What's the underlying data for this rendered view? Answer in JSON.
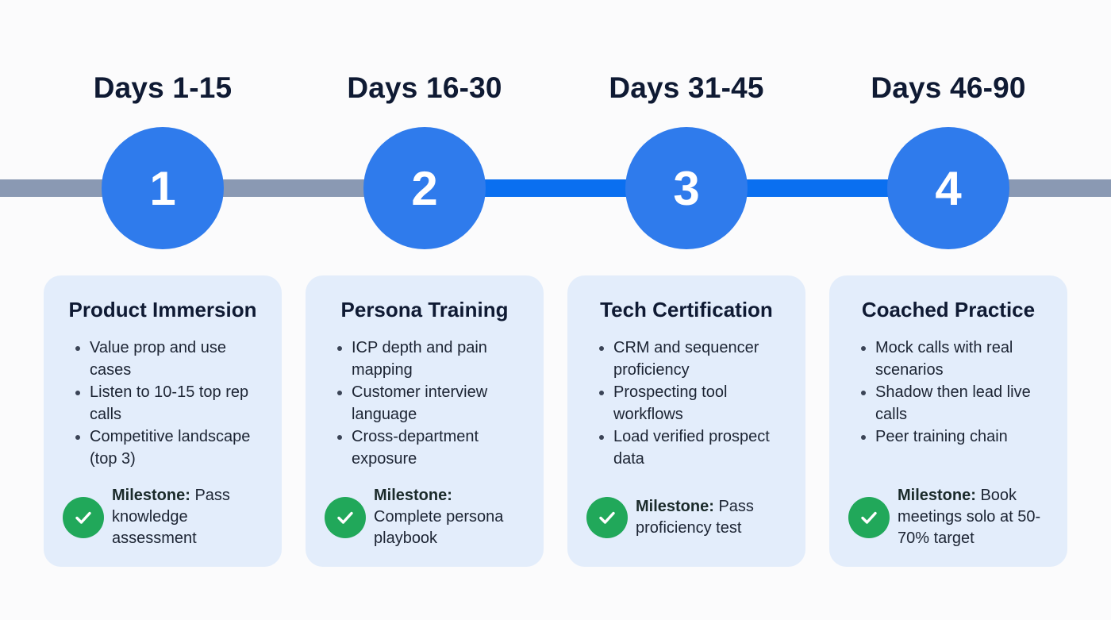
{
  "colors": {
    "background": "#fbfbfc",
    "track_inactive": "#8a99b3",
    "track_active": "#0a6ff0",
    "circle": "#2f7bec",
    "card": "#e3edfb",
    "check": "#21a85a",
    "heading": "#0f1a33"
  },
  "phases": [
    {
      "days": "Days 1-15",
      "number": "1",
      "title": "Product Immersion",
      "bullets": [
        "Value prop and use cases",
        "Listen to 10-15 top rep calls",
        "Competitive landscape (top 3)"
      ],
      "milestone_label": "Milestone:",
      "milestone_text": "Pass knowledge assessment",
      "icon": "check-circle-icon"
    },
    {
      "days": "Days 16-30",
      "number": "2",
      "title": "Persona Training",
      "bullets": [
        "ICP depth and pain mapping",
        "Customer interview language",
        "Cross-department exposure"
      ],
      "milestone_label": "Milestone:",
      "milestone_text": "Complete persona playbook",
      "icon": "check-circle-icon"
    },
    {
      "days": "Days 31-45",
      "number": "3",
      "title": "Tech Certification",
      "bullets": [
        "CRM and sequencer proficiency",
        "Prospecting tool workflows",
        "Load verified prospect data"
      ],
      "milestone_label": "Milestone:",
      "milestone_text": "Pass proficiency test",
      "icon": "check-circle-icon"
    },
    {
      "days": "Days 46-90",
      "number": "4",
      "title": "Coached Practice",
      "bullets": [
        "Mock calls with real scenarios",
        "Shadow then lead live calls",
        "Peer training chain"
      ],
      "milestone_label": "Milestone:",
      "milestone_text": "Book meetings solo at 50-70% target",
      "icon": "check-circle-icon"
    }
  ]
}
